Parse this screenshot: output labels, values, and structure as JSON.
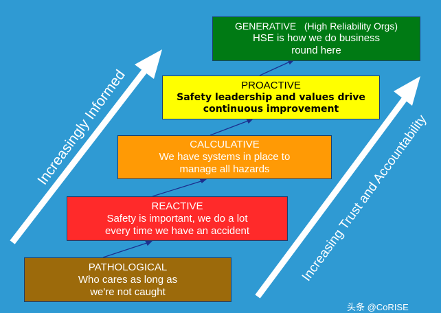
{
  "stages": {
    "pathological": {
      "title": "PATHOLOGICAL",
      "line1": "Who cares as long as",
      "line2": "we're not caught"
    },
    "reactive": {
      "title": "REACTIVE",
      "line1": "Safety is important, we do a lot",
      "line2": "every time we have an accident"
    },
    "calculative": {
      "title": "CALCULATIVE",
      "line1": "We have systems in place to",
      "line2": "manage all hazards"
    },
    "proactive": {
      "title": "PROACTIVE",
      "line1": "Safety leadership and values drive",
      "line2": "continuous improvement"
    },
    "generative": {
      "title": "GENERATIVE   (High Reliability Orgs)",
      "line1": "HSE is how we do business",
      "line2": "round here"
    }
  },
  "arrows": {
    "left_label": "Increasingly Informed",
    "right_label": "Increasing Trust and Accountability"
  },
  "watermark": "头条 @CoRISE"
}
